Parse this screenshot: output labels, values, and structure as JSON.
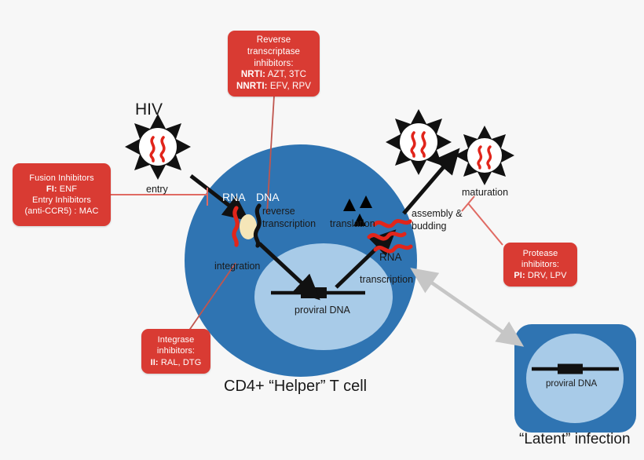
{
  "diagram": {
    "title_labels": {
      "cd4_cell": "CD4+ “Helper” T cell",
      "latent_cell": "“Latent” infection",
      "hiv": "HIV"
    },
    "colors": {
      "drug_box": "#d93b33",
      "cytoplasm": "#2f74b2",
      "nucleus": "#a8cbe8",
      "rna": "#e1251b",
      "dna": "#111111",
      "connector": "#e06a63",
      "gray_arrow": "#c6c6c6",
      "capsid_core": "#f5e6b8",
      "background": "#f7f7f7"
    },
    "drug_boxes": [
      {
        "id": "reverse-transcriptase-inhibitors",
        "lines": [
          {
            "text": "Reverse",
            "bold": false
          },
          {
            "text": "transcriptase",
            "bold": false
          },
          {
            "text": "inhibitors:",
            "bold": false
          }
        ],
        "entries": [
          {
            "class_label": "NRTI:",
            "drugs": " AZT, 3TC"
          },
          {
            "class_label": "NNRTI:",
            "drugs": " EFV, RPV"
          }
        ]
      },
      {
        "id": "fusion-and-entry-inhibitors",
        "lines": [
          {
            "text": "Fusion Inhibitors",
            "bold": false
          }
        ],
        "entries": [
          {
            "class_label": "FI:",
            "drugs": " ENF"
          }
        ],
        "lines2": [
          {
            "text": "Entry Inhibitors",
            "bold": false
          },
          {
            "text": "(anti-CCR5) : MAC",
            "bold": false
          }
        ]
      },
      {
        "id": "integrase-inhibitors",
        "lines": [
          {
            "text": "Integrase",
            "bold": false
          },
          {
            "text": "inhibitors:",
            "bold": false
          }
        ],
        "entries": [
          {
            "class_label": "II:",
            "drugs": " RAL, DTG"
          }
        ]
      },
      {
        "id": "protease-inhibitors",
        "lines": [
          {
            "text": "Protease",
            "bold": false
          },
          {
            "text": "inhibitors:",
            "bold": false
          }
        ],
        "entries": [
          {
            "class_label": "PI:",
            "drugs": " DRV, LPV"
          }
        ]
      }
    ],
    "process_labels": [
      {
        "id": "entry",
        "text": "entry"
      },
      {
        "id": "reverse-transcription-line1",
        "text": "reverse"
      },
      {
        "id": "reverse-transcription-line2",
        "text": "transcription"
      },
      {
        "id": "integration",
        "text": "integration"
      },
      {
        "id": "transcription",
        "text": "transcription"
      },
      {
        "id": "translation",
        "text": "translation"
      },
      {
        "id": "assembly-line1",
        "text": "assembly &"
      },
      {
        "id": "assembly-line2",
        "text": "budding"
      },
      {
        "id": "maturation",
        "text": "maturation"
      }
    ],
    "molecule_labels": [
      {
        "id": "rna-entering",
        "text": "RNA"
      },
      {
        "id": "dna-entering",
        "text": "DNA"
      },
      {
        "id": "rna-cytoplasm",
        "text": "RNA"
      },
      {
        "id": "proviral-dna-active",
        "text": "proviral DNA"
      },
      {
        "id": "proviral-dna-latent",
        "text": "proviral DNA"
      }
    ]
  }
}
